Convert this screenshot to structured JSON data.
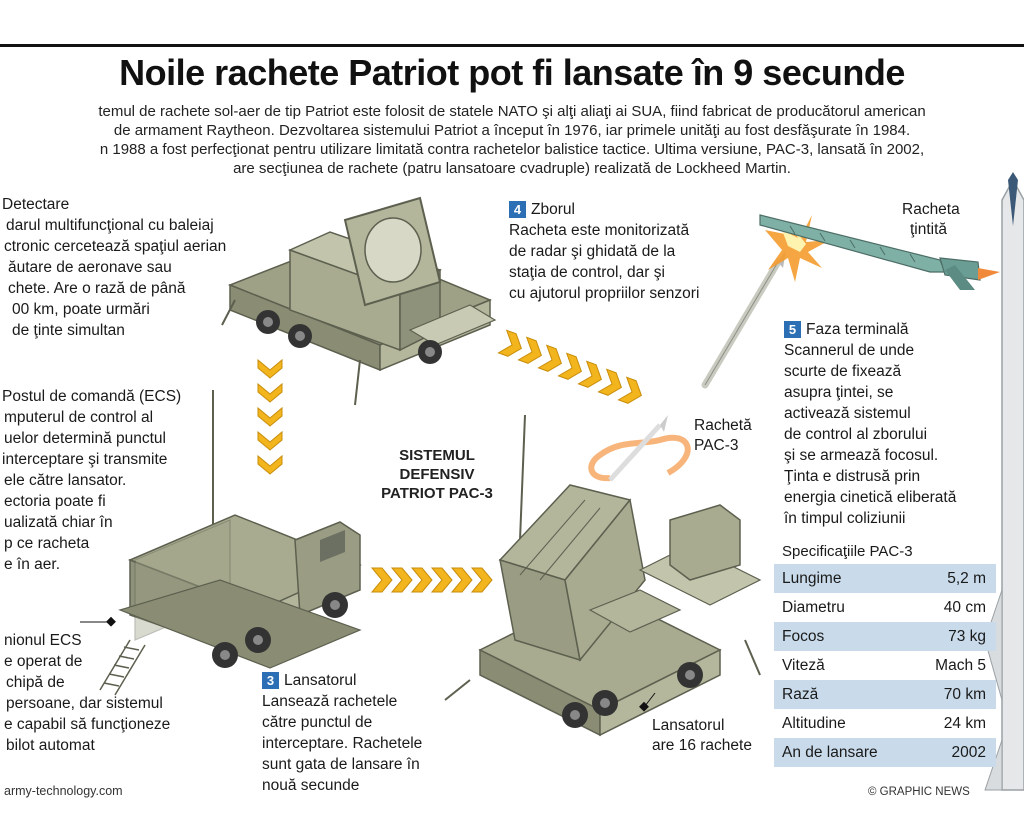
{
  "title": "Noile rachete Patriot pot fi lansate în 9 secunde",
  "intro_lines": [
    "temul de rachete sol-aer de tip Patriot este folosit de statele NATO şi alţi aliaţi ai SUA, fiind fabricat de producătorul american",
    "de armament Raytheon. Dezvoltarea sistemului Patriot a început în 1976, iar primele unităţi au fost desfăşurate în 1984.",
    "n 1988 a fost perfecţionat pentru utilizare limitată contra rachetelor balistice tactice. Ultima versiune, PAC-3, lansată în 2002,",
    "are secţiunea de rachete (patru lansatoare cvadruple) realizată de Lockheed Martin."
  ],
  "steps": {
    "detection": {
      "title": "Detectare",
      "lines": [
        "darul multifuncţional cu baleiaj",
        "ctronic cercetează spaţiul aerian",
        "ăutare de aeronave sau",
        "chete. Are o rază de până",
        "00 km, poate urmări",
        "de ţinte simultan"
      ]
    },
    "command": {
      "title": "Postul de comandă (ECS)",
      "lines": [
        "mputerul de control al",
        "uelor determină punctul",
        "interceptare şi transmite",
        "ele către lansator.",
        "ectoria poate fi",
        "ualizată chiar în",
        "p ce racheta",
        "e în aer."
      ]
    },
    "ecs_truck": {
      "lines": [
        "nionul ECS",
        "e operat de",
        "chipă de",
        "persoane, dar sistemul",
        "e capabil să funcţioneze",
        "bilot automat"
      ]
    },
    "launcher": {
      "num": "3",
      "title": "Lansatorul",
      "lines": [
        "Lansează rachetele",
        "către punctul de",
        "interceptare. Rachetele",
        "sunt gata de lansare în",
        "nouă secunde"
      ]
    },
    "flight": {
      "num": "4",
      "title": "Zborul",
      "lines": [
        "Racheta este monitorizată",
        "de radar şi ghidată de la",
        "staţia de control, dar şi",
        "cu ajutorul propriilor senzori"
      ]
    },
    "terminal": {
      "num": "5",
      "title": "Faza terminală",
      "lines": [
        "Scannerul de unde",
        "scurte de fixează",
        "asupra ţintei, se",
        "activează sistemul",
        "de control al zborului",
        "şi se armează focosul.",
        "Ţinta e distrusă prin",
        "energia cinetică eliberată",
        "în timpul coliziunii"
      ]
    }
  },
  "labels": {
    "target": [
      "Racheta",
      "ţintită"
    ],
    "pac3": [
      "Rachetă",
      "PAC-3"
    ],
    "system": [
      "SISTEMUL",
      "DEFENSIV",
      "PATRIOT PAC-3"
    ],
    "launcher_count": [
      "Lansatorul",
      "are 16 rachete"
    ]
  },
  "specs": {
    "title": "Specificaţiile PAC-3",
    "rows": [
      {
        "k": "Lungime",
        "v": "5,2 m"
      },
      {
        "k": "Diametru",
        "v": "40 cm"
      },
      {
        "k": "Focos",
        "v": "73 kg"
      },
      {
        "k": "Viteză",
        "v": "Mach 5"
      },
      {
        "k": "Rază",
        "v": "70 km"
      },
      {
        "k": "Altitudine",
        "v": "24 km"
      },
      {
        "k": "An de lansare",
        "v": "2002"
      }
    ]
  },
  "source": "army-technology.com",
  "credit": "© GRAPHIC NEWS",
  "colors": {
    "olive": "#a8ab8f",
    "olive_dark": "#7f8270",
    "chevron": "#f2b51d",
    "accent": "#2c6fb4",
    "spec_band": "#c9dbeb"
  }
}
